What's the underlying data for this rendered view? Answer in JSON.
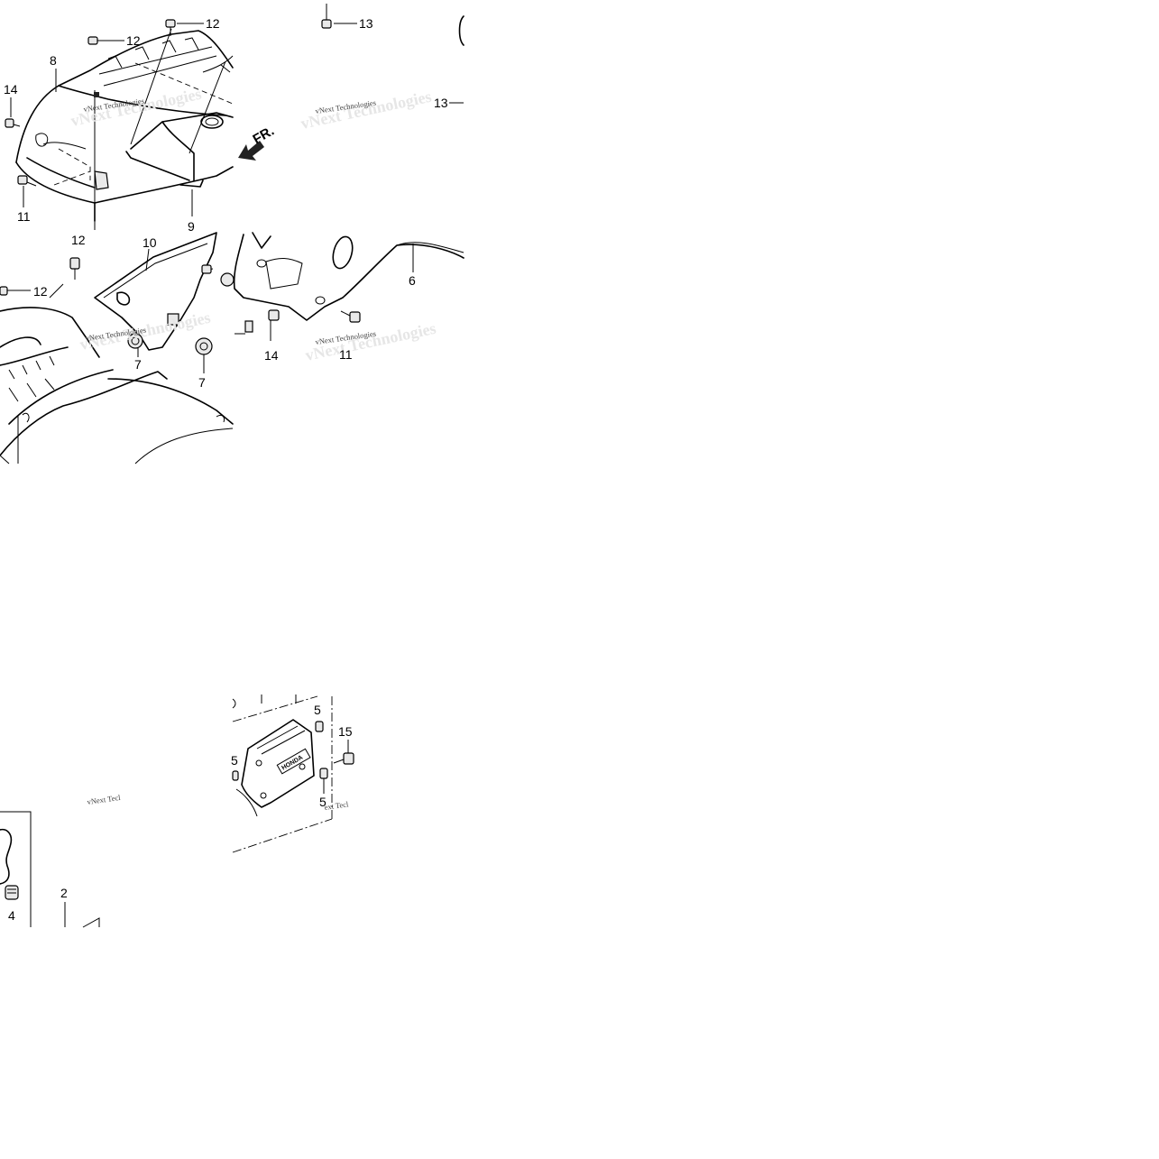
{
  "callouts": {
    "c12a": "12",
    "c12b": "12",
    "c13a": "13",
    "c13b": "13",
    "c8": "8",
    "c14a": "14",
    "c11a": "11",
    "c9": "9",
    "c12c": "12",
    "c12d": "12",
    "c10": "10",
    "c6": "6",
    "c7a": "7",
    "c7b": "7",
    "c14b": "14",
    "c11b": "11",
    "c5a": "5",
    "c5b": "5",
    "c5c": "5",
    "c15": "15",
    "c2": "2",
    "c4": "4"
  },
  "direction_label": "FR.",
  "watermark": "vNext Technologies",
  "watermark_cut_a": "vNext Tecl",
  "watermark_cut_b": "ext Tecl",
  "badge_text": "HONDA"
}
